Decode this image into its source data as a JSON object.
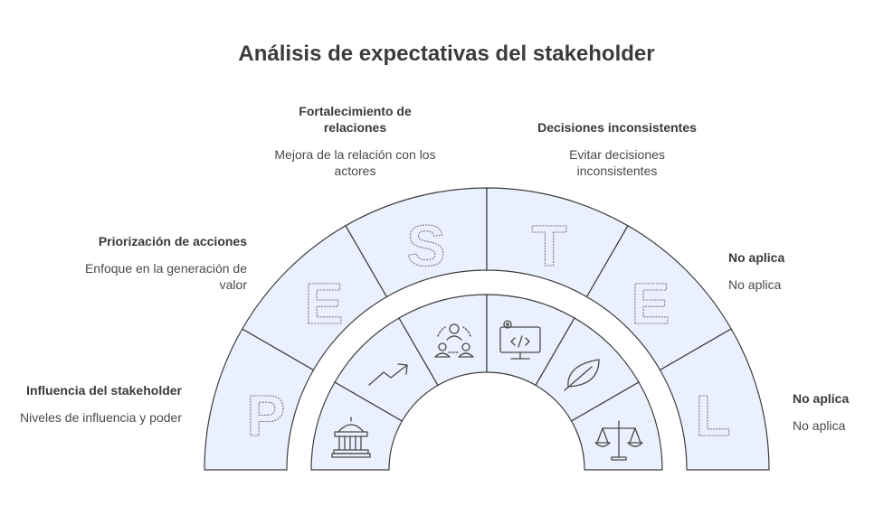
{
  "title": "Análisis de expectativas del stakeholder",
  "segments": [
    {
      "letter": "P",
      "heading": "Influencia del stakeholder",
      "description": "Niveles de influencia y poder",
      "icon": "government-building-icon"
    },
    {
      "letter": "E",
      "heading": "Priorización de acciones",
      "description": "Enfoque en la generación de valor",
      "icon": "trend-arrow-icon"
    },
    {
      "letter": "S",
      "heading": "Fortalecimiento de relaciones",
      "description": "Mejora de la relación con los actores",
      "icon": "people-network-icon"
    },
    {
      "letter": "T",
      "heading": "Decisiones inconsistentes",
      "description": "Evitar decisiones inconsistentes",
      "icon": "computer-code-icon"
    },
    {
      "letter": "E",
      "heading": "No aplica",
      "description": "No aplica",
      "icon": "leaf-icon"
    },
    {
      "letter": "L",
      "heading": "No aplica",
      "description": "No aplica",
      "icon": "scales-icon"
    }
  ],
  "colors": {
    "segment_fill": "#eaf0fd",
    "outline": "#3c3c3c"
  }
}
